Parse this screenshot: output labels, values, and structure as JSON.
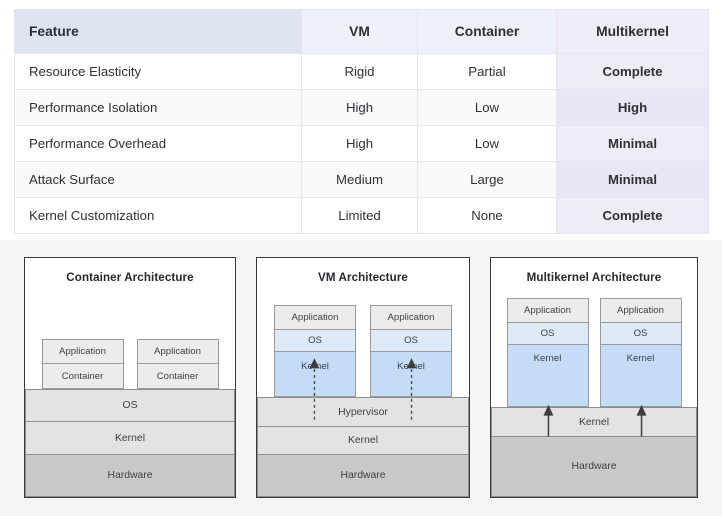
{
  "table": {
    "columns": [
      "Feature",
      "VM",
      "Container",
      "Multikernel"
    ],
    "rows": [
      {
        "feature": "Resource Elasticity",
        "vm": "Rigid",
        "container": "Partial",
        "multikernel": "Complete"
      },
      {
        "feature": "Performance Isolation",
        "vm": "High",
        "container": "Low",
        "multikernel": "High"
      },
      {
        "feature": "Performance Overhead",
        "vm": "High",
        "container": "Low",
        "multikernel": "Minimal"
      },
      {
        "feature": "Attack Surface",
        "vm": "Medium",
        "container": "Large",
        "multikernel": "Minimal"
      },
      {
        "feature": "Kernel Customization",
        "vm": "Limited",
        "container": "None",
        "multikernel": "Complete"
      }
    ],
    "colors": {
      "header_feature_bg": "#dfe5f0",
      "header_mid_bg": "#eef0fa",
      "header_multikernel_bg": "#f0ecf8",
      "multikernel_cell_bg": "#efecf8",
      "row_alt_bg": "#fafafb",
      "border": "#e4e6ec"
    }
  },
  "diagrams": {
    "background": "#f5f5f5",
    "container_panel": {
      "title": "Container Architecture",
      "stacks": [
        {
          "top": "Application",
          "bottom": "Container"
        },
        {
          "top": "Application",
          "bottom": "Container"
        }
      ],
      "bars": [
        "OS",
        "Kernel",
        "Hardware"
      ]
    },
    "vm_panel": {
      "title": "VM Architecture",
      "stacks": [
        {
          "app": "Application",
          "os": "OS",
          "kernel": "Kernel"
        },
        {
          "app": "Application",
          "os": "OS",
          "kernel": "Kernel"
        }
      ],
      "bars": [
        "Hypervisor",
        "Kernel",
        "Hardware"
      ],
      "arrow_style": "dashed"
    },
    "multikernel_panel": {
      "title": "Multikernel Architecture",
      "stacks": [
        {
          "app": "Application",
          "os": "OS",
          "kernel": "Kernel"
        },
        {
          "app": "Application",
          "os": "OS",
          "kernel": "Kernel"
        }
      ],
      "bars": [
        "Kernel",
        "Hardware"
      ],
      "arrow_style": "solid"
    },
    "colors": {
      "app_bg": "#ececec",
      "os_bg": "#deeaf8",
      "kernel_bg": "#c5dcf7",
      "bar_light_bg": "#e3e3e3",
      "bar_dark_bg": "#c9c9c9",
      "panel_border": "#3a3a3a"
    }
  }
}
